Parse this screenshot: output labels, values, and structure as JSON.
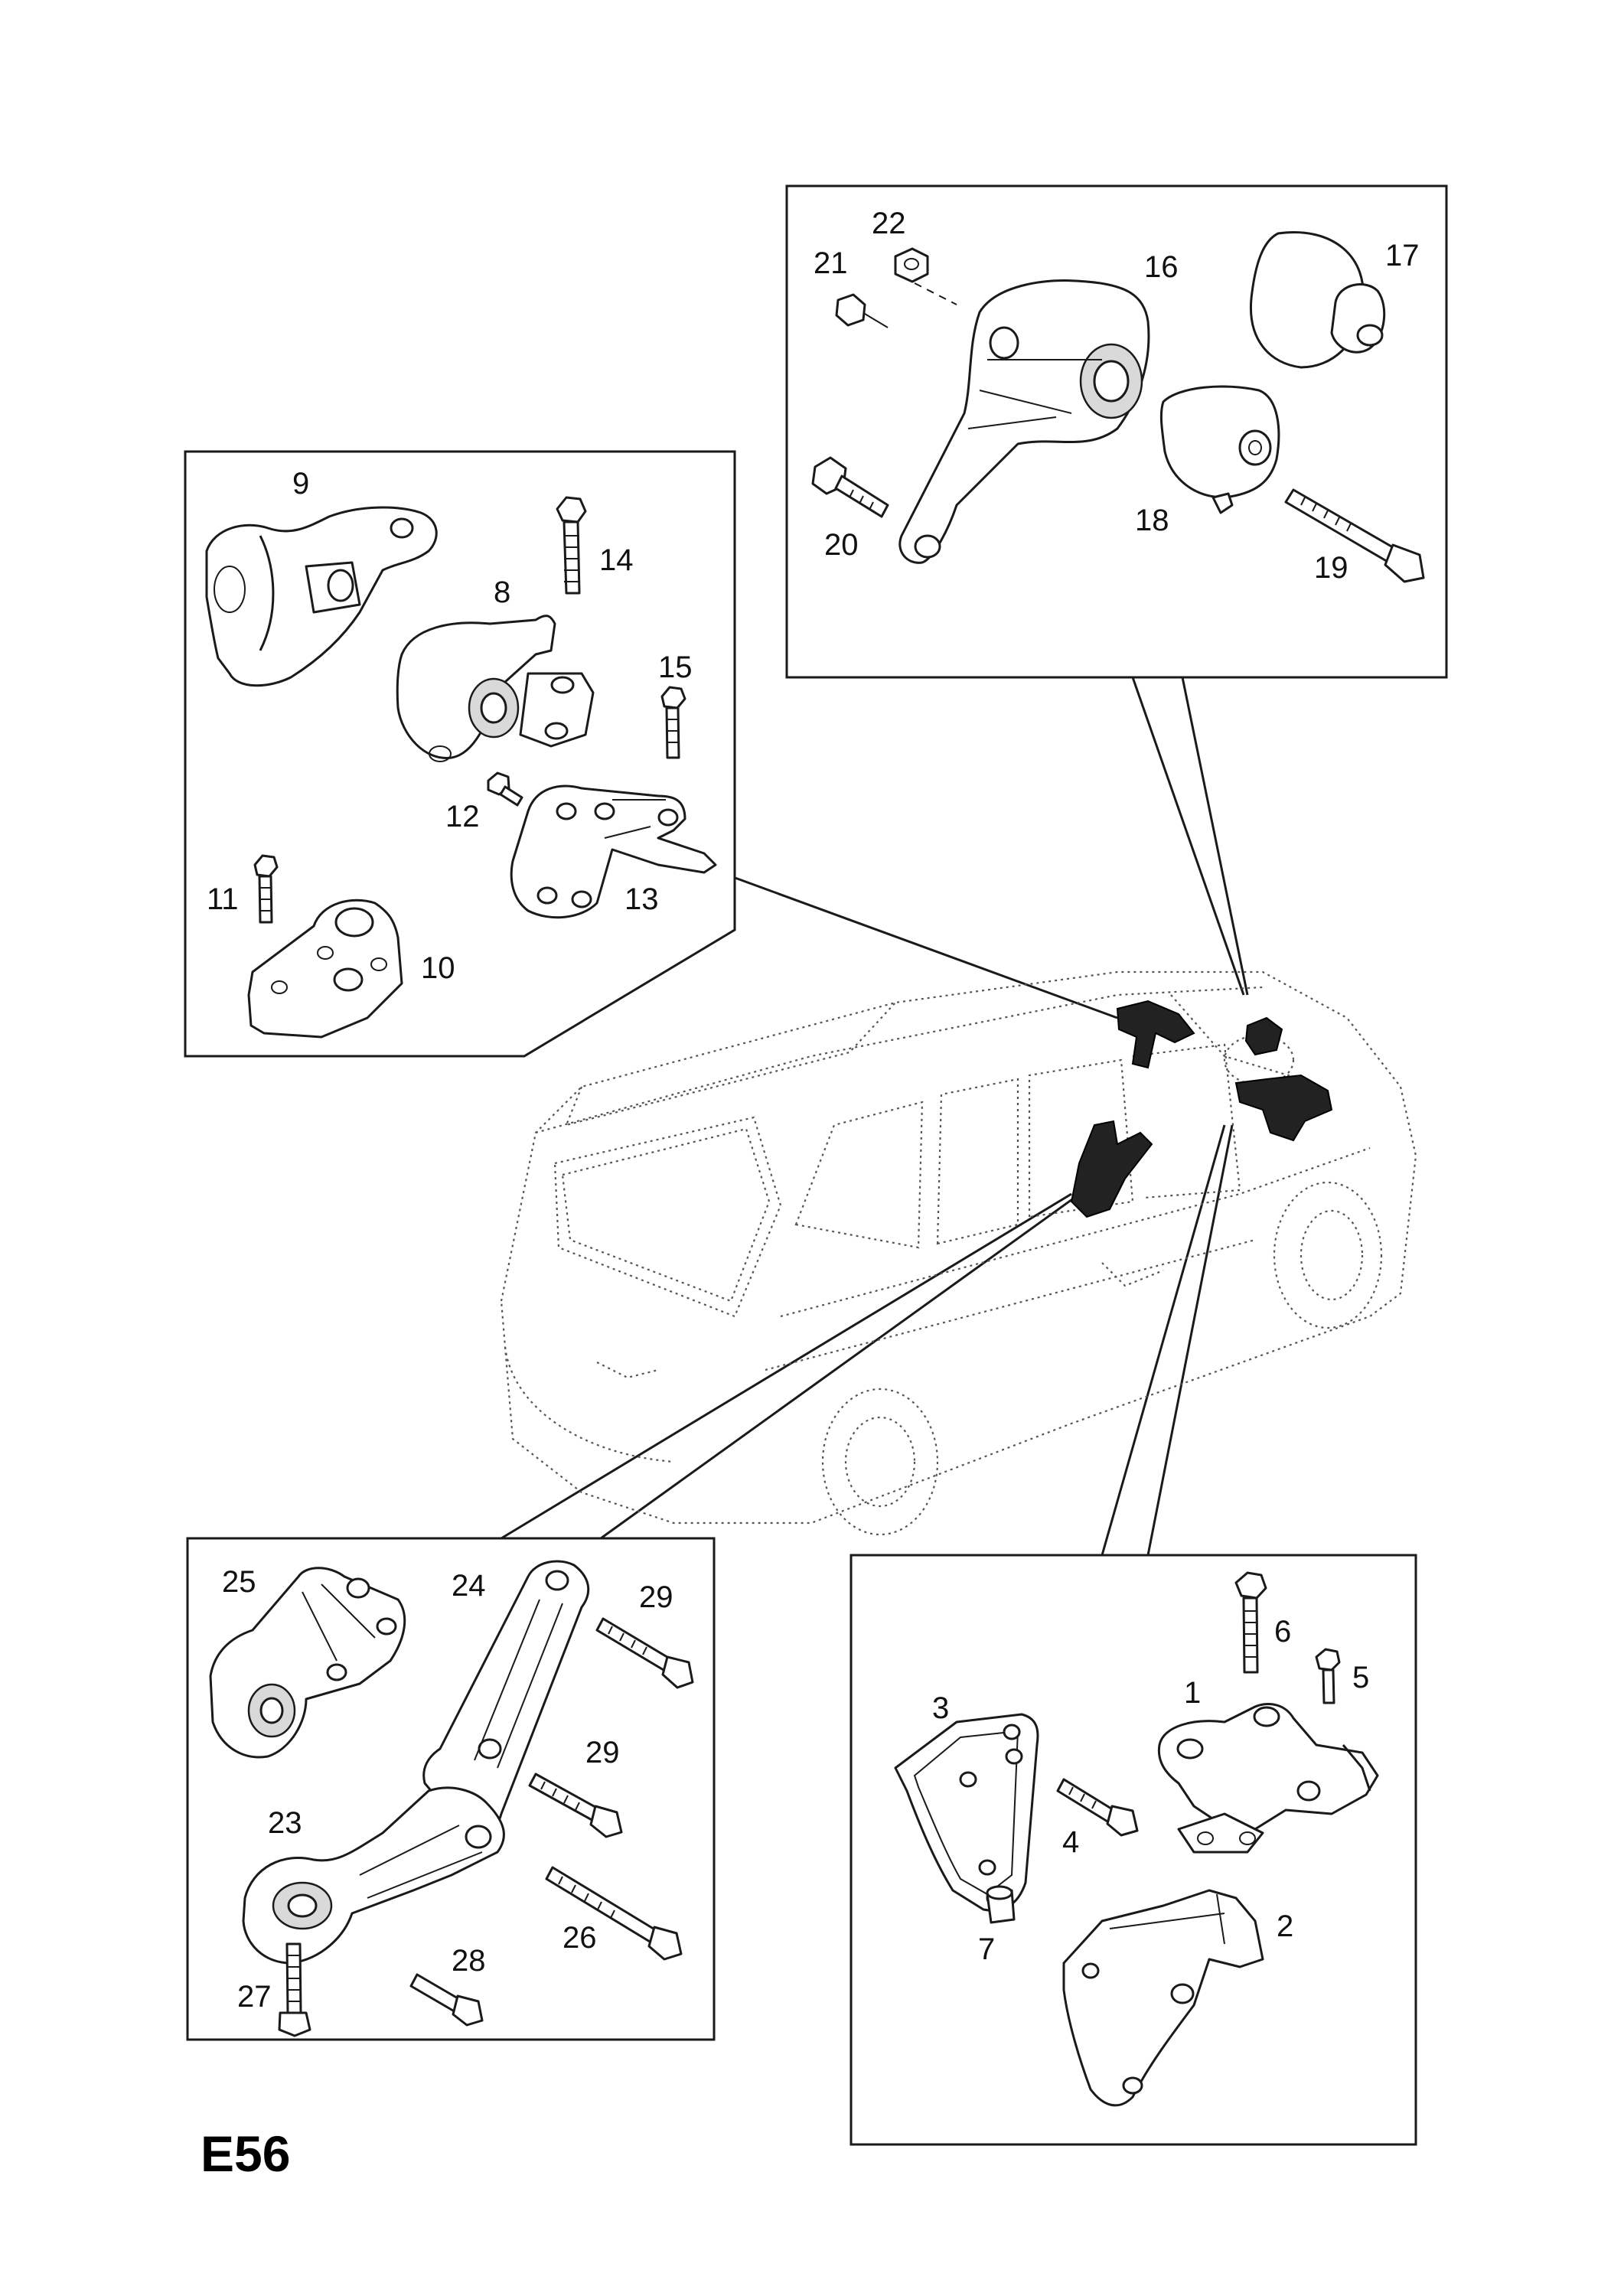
{
  "page_code": "E56",
  "callouts": {
    "p1": "1",
    "p2": "2",
    "p3": "3",
    "p4": "4",
    "p5": "5",
    "p6": "6",
    "p7": "7",
    "p8": "8",
    "p9": "9",
    "p10": "10",
    "p11": "11",
    "p12": "12",
    "p13": "13",
    "p14": "14",
    "p15": "15",
    "p16": "16",
    "p17": "17",
    "p18": "18",
    "p19": "19",
    "p20": "20",
    "p21": "21",
    "p22": "22",
    "p23": "23",
    "p24": "24",
    "p25": "25",
    "p26": "26",
    "p27": "27",
    "p28": "28",
    "p29a": "29",
    "p29b": "29"
  },
  "colors": {
    "line": "#1a1a1a",
    "car_outline": "#555555",
    "mount_highlight": "#222222",
    "background": "#ffffff"
  }
}
